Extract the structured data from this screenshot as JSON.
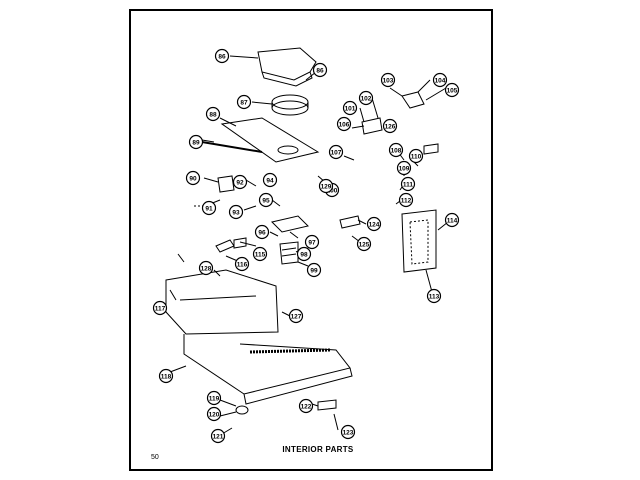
{
  "title": "INTERIOR PARTS",
  "page_number": "50",
  "edge_mark": "!",
  "callouts": [
    "86",
    "86",
    "87",
    "88",
    "89",
    "90",
    "91",
    "92",
    "93",
    "94",
    "95",
    "96",
    "97",
    "98",
    "99",
    "100",
    "101",
    "102",
    "103",
    "104",
    "105",
    "106",
    "107",
    "108",
    "109",
    "110",
    "111",
    "112",
    "113",
    "114",
    "115",
    "116",
    "117",
    "118",
    "119",
    "120",
    "121",
    "122",
    "123",
    "124",
    "125",
    "126",
    "127",
    "128",
    "129"
  ],
  "colors": {
    "ink": "#000000",
    "paper": "#ffffff"
  }
}
